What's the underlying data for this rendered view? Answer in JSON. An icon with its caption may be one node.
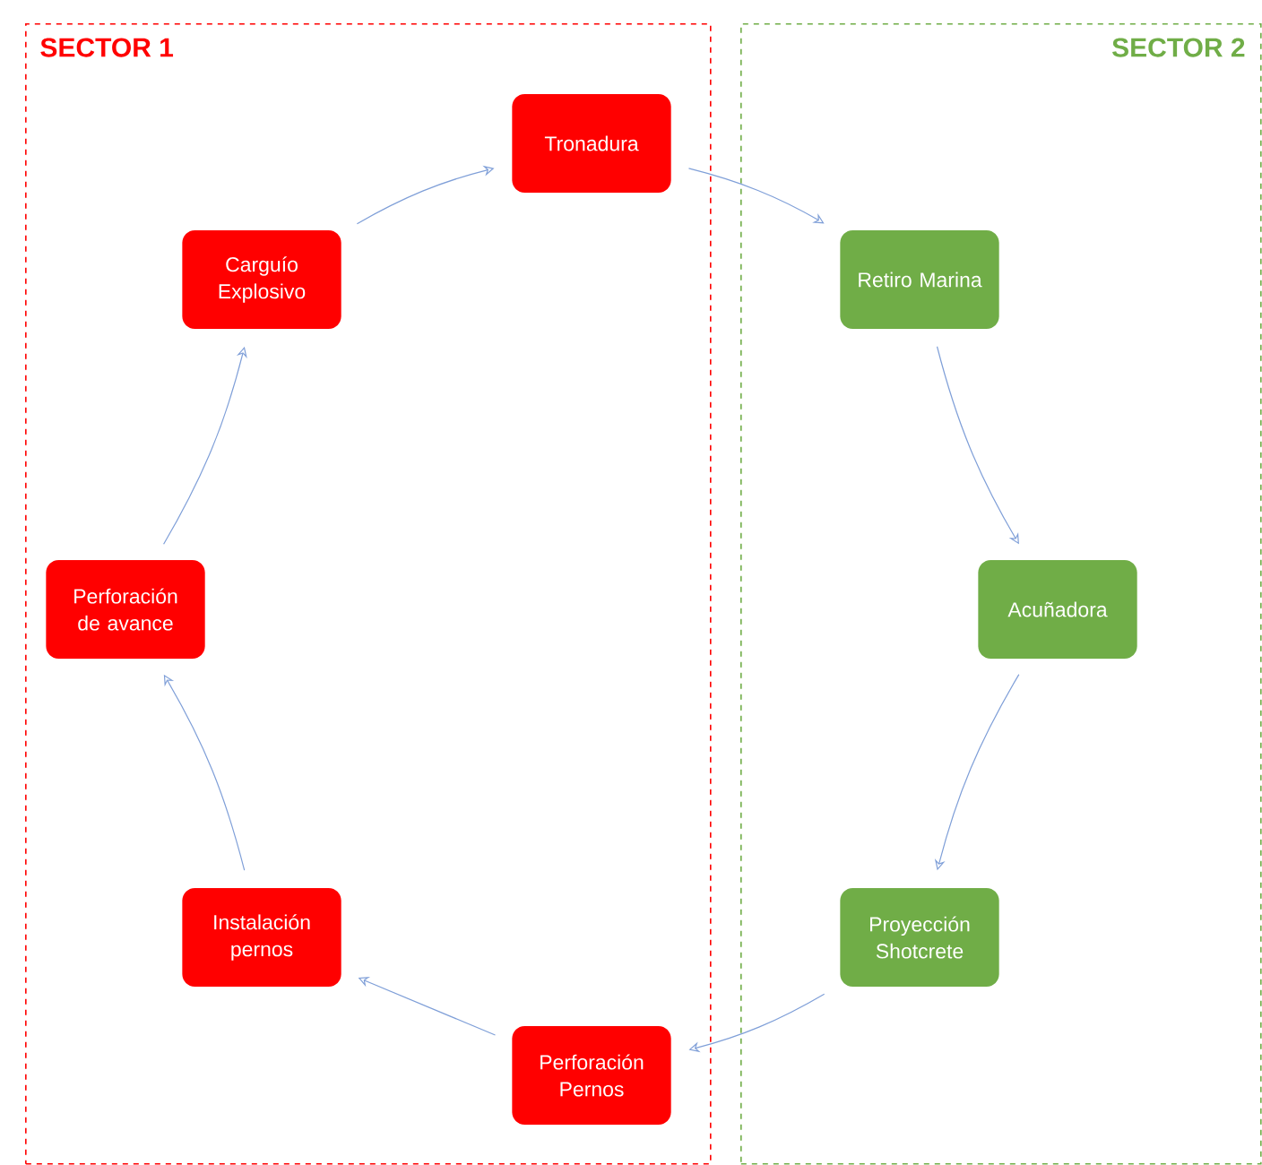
{
  "diagram": {
    "nodes": [
      {
        "text": [
          "SECTOR 1"
        ]
      },
      {
        "text": [
          "Tronadura"
        ],
        "in": 0
      },
      {
        "text": [
          "Carguío Explosivo"
        ],
        "in": 0
      },
      {
        "text": [
          "Perforación de avance"
        ],
        "in": 0
      },
      {
        "text": [
          "Instalación pernos"
        ],
        "in": 0
      },
      {
        "text": [
          "Perforación Pernos"
        ],
        "in": 0
      },
      {
        "text": [
          "SECTOR 2"
        ]
      },
      {
        "text": [
          "Retiro Marina"
        ],
        "in": 6
      },
      {
        "text": [
          "Acuñadora"
        ],
        "in": 6
      },
      {
        "text": [
          "Proyección Shotcrete"
        ],
        "in": 6
      }
    ],
    "edges": [
      {
        "from": 1,
        "to": 7,
        "arrow": "to"
      },
      {
        "from": 7,
        "to": 8,
        "arrow": "to"
      },
      {
        "from": 8,
        "to": 9,
        "arrow": "to"
      },
      {
        "from": 9,
        "to": 5,
        "arrow": "to"
      },
      {
        "from": 5,
        "to": 4,
        "arrow": "to"
      },
      {
        "from": 4,
        "to": 3,
        "arrow": "to"
      },
      {
        "from": 3,
        "to": 2,
        "arrow": "to"
      },
      {
        "from": 2,
        "to": 1,
        "arrow": "to"
      }
    ]
  }
}
